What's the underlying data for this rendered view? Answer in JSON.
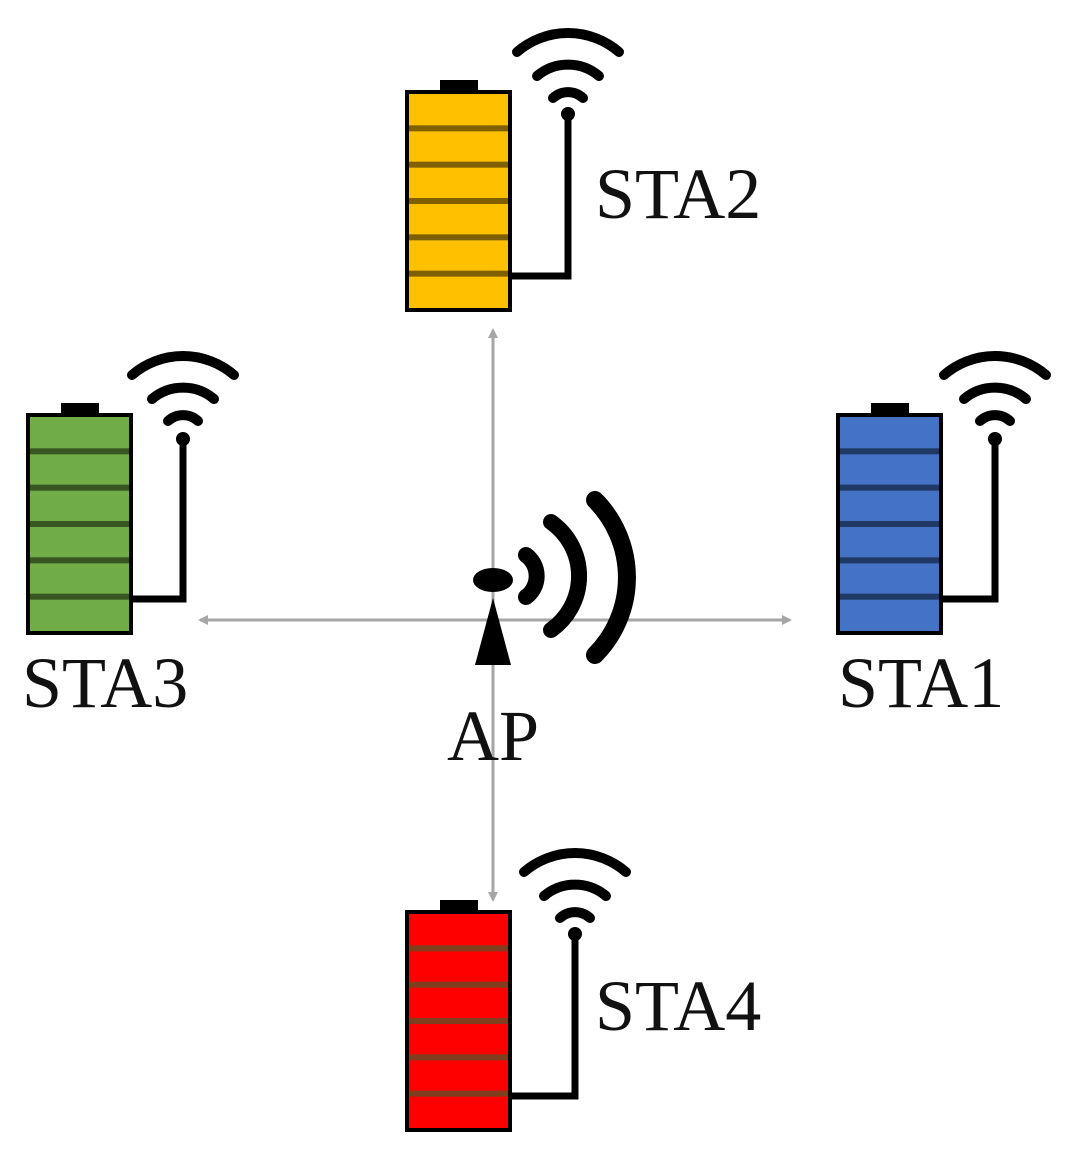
{
  "ap": {
    "label": "AP",
    "icon": "access-point-antenna-icon"
  },
  "stations": [
    {
      "id": "sta1",
      "label": "STA1",
      "battery_color": "#4472C4",
      "stripe_color": "#1F3864",
      "icon": "battery-icon",
      "signal_icon": "wifi-signal-icon"
    },
    {
      "id": "sta2",
      "label": "STA2",
      "battery_color": "#FFC000",
      "stripe_color": "#7F6000",
      "icon": "battery-icon",
      "signal_icon": "wifi-signal-icon"
    },
    {
      "id": "sta3",
      "label": "STA3",
      "battery_color": "#70AD47",
      "stripe_color": "#375623",
      "icon": "battery-icon",
      "signal_icon": "wifi-signal-icon"
    },
    {
      "id": "sta4",
      "label": "STA4",
      "battery_color": "#FF0000",
      "stripe_color": "#7F3F1F",
      "icon": "battery-icon",
      "signal_icon": "wifi-signal-icon"
    }
  ],
  "colors": {
    "arrow": "#A6A6A6",
    "outline": "#000000"
  }
}
